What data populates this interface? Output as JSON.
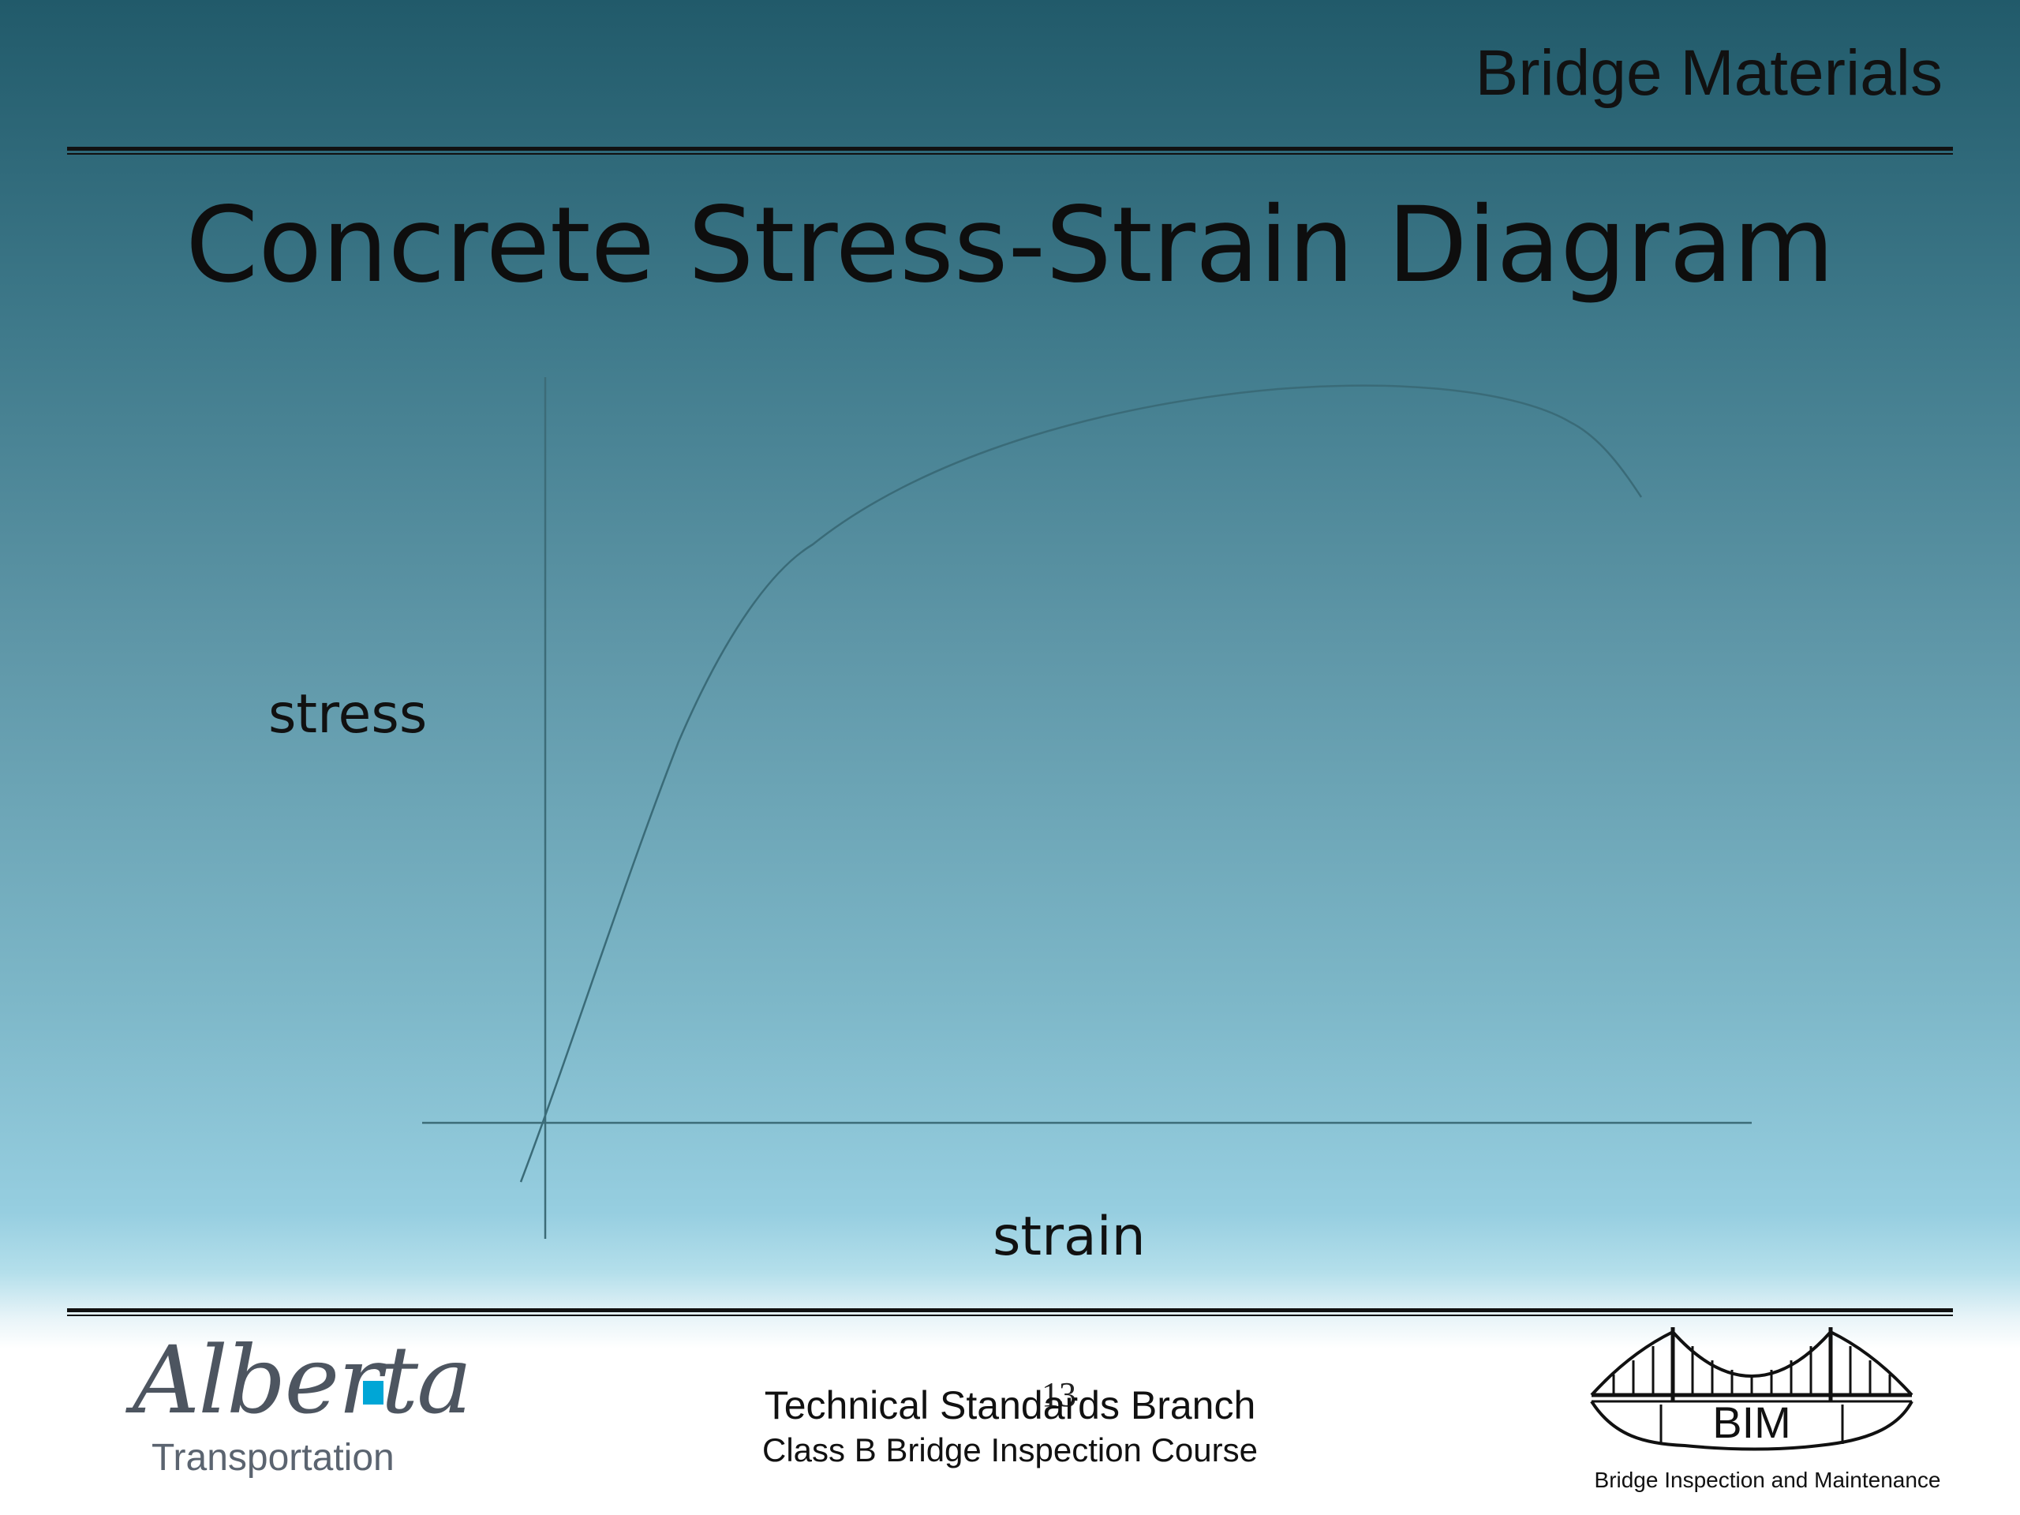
{
  "header": {
    "section": "Bridge Materials"
  },
  "slide": {
    "title": "Concrete Stress-Strain Diagram"
  },
  "diagram": {
    "x_label": "strain",
    "y_label": "stress",
    "colors": {
      "axis": "#3c6c78",
      "curve": "#3a6b78"
    }
  },
  "footer": {
    "line1": "Technical Standards Branch",
    "line2": "Class B Bridge Inspection Course",
    "page_number": "13",
    "left_logo": {
      "script": "Alberta",
      "sub": "Transportation",
      "accent": "#00a6d6"
    },
    "right_logo": {
      "text": "BIM",
      "caption": "Bridge Inspection and Maintenance"
    }
  }
}
